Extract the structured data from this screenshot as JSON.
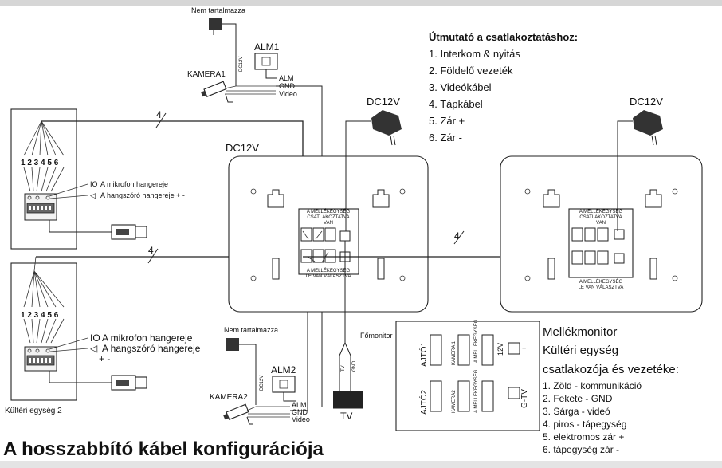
{
  "guide": {
    "title": "Útmutató a csatlakoztatáshoz:",
    "items": [
      "1. Interkom & nyitás",
      "2. Földelő vezeték",
      "3. Videókábel",
      "4. Tápkábel",
      "5. Zár +",
      "6. Zár -"
    ]
  },
  "labels": {
    "nem_tartalmazza": "Nem tartalmazza",
    "dc12v": "DC12V",
    "alm1": "ALM1",
    "alm2": "ALM2",
    "kamera1": "KAMERA1",
    "kamera2": "KAMERA2",
    "alm": "ALM",
    "gnd": "GND",
    "video": "Video",
    "four": "4",
    "pins": "1 2 3 4 5 6",
    "mic_volume": "A mikrofon hangereje",
    "speaker_volume": "A hangszóró hangereje + -",
    "speaker_volume_2": "A hangszóró hangereje",
    "plus_minus": "+ -",
    "kulteri_2": "Kültéri egység 2",
    "fomonitor": "Főmonitor",
    "tv": "TV",
    "main_bottom_title": "A hosszabbító kábel konfigurációja",
    "chip_connected_1": "A MELLÉKEGYSÉG",
    "chip_connected_2": "CSATLAKOZTATVA",
    "chip_connected_3": "VAN",
    "chip_disconnected_1": "A MELLÉKEGYSÉG",
    "chip_disconnected_2": "LE VAN VÁLASZTVA",
    "ajto1": "AJTÓ1",
    "ajto2": "AJTÓ2",
    "kamera_1_box": "KAMERA 1",
    "kamera_2_box": "KAMERA2",
    "twelve_v": "12V",
    "g_tv": "G-TV",
    "plus": "+"
  },
  "legend": {
    "title_1": "Mellékmonitor",
    "title_2": "Kültéri egység",
    "title_3": "csatlakozója és vezetéke:",
    "items": [
      "1. Zöld - kommunikáció",
      "2. Fekete - GND",
      "3. Sárga - videó",
      "4. piros - tápegység",
      "5. elektromos zár +",
      "6. tápegység zár -"
    ]
  },
  "colors": {
    "line": "#222222",
    "background": "#ffffff",
    "panel": "#f2f2f2"
  }
}
